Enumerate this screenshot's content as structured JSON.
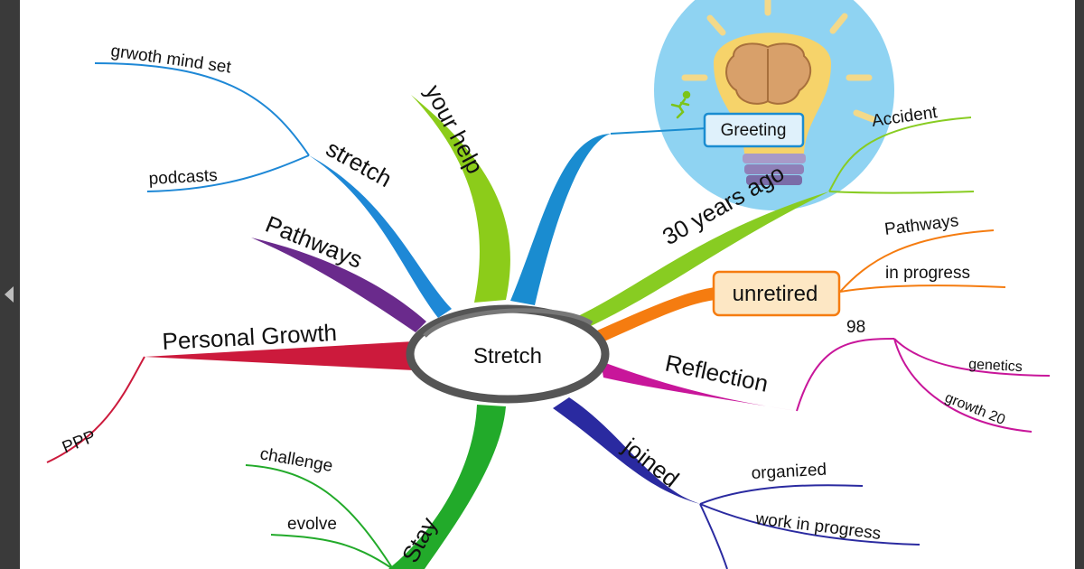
{
  "central": "Stretch",
  "branches": {
    "stretch": {
      "label": "stretch",
      "children": [
        "grwoth mind set",
        "podcasts"
      ],
      "color": "#1e88d6"
    },
    "your_help": {
      "label": "your help",
      "color": "#8ccc1a"
    },
    "pathways_left": {
      "label": "Pathways",
      "color": "#6a2a8c"
    },
    "personal_growth": {
      "label": "Personal Growth",
      "children": [
        "PPP"
      ],
      "color": "#cc1a3c"
    },
    "stay": {
      "label": "Stay",
      "children": [
        "challenge",
        "evolve"
      ],
      "color": "#22aa2a"
    },
    "greeting": {
      "label": "Greeting",
      "color": "#1a8cd0"
    },
    "thirty_years": {
      "label": "30 years ago",
      "children": [
        "Accident"
      ],
      "color": "#88cc22"
    },
    "unretired": {
      "label": "unretired",
      "children": [
        "Pathways",
        "in progress"
      ],
      "color": "#f57c10"
    },
    "reflection": {
      "label": "Reflection",
      "children": [
        "98",
        "genetics",
        "growth 20"
      ],
      "color": "#c8169a"
    },
    "joined": {
      "label": "joined",
      "children": [
        "organized",
        "work in progress"
      ],
      "color": "#2a2aa0"
    }
  },
  "icons": [
    "lightbulb-brain-icon",
    "runner-icon",
    "prev-page-arrow-icon"
  ]
}
